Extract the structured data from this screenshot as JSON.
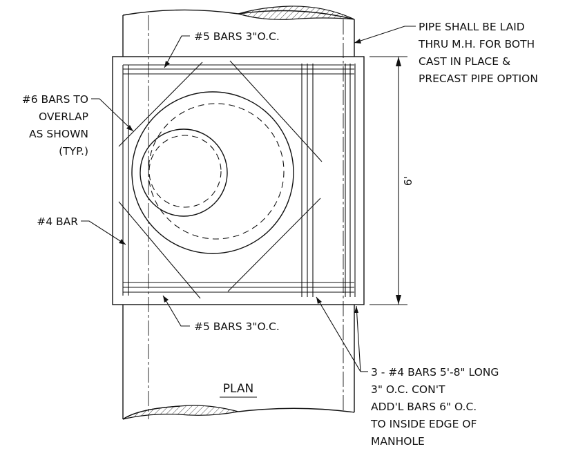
{
  "drawing": {
    "title": "PLAN",
    "dimension": "6'",
    "notes": {
      "top_bars": "#5 BARS 3\"O.C.",
      "bottom_bars": "#5 BARS 3\"O.C.",
      "pipe_note": [
        "PIPE SHALL BE LAID",
        "THRU M.H. FOR BOTH",
        "CAST IN PLACE &",
        "PRECAST PIPE OPTION"
      ],
      "overlap_note": [
        "#6 BARS TO",
        "OVERLAP",
        "AS SHOWN",
        "(TYP.)"
      ],
      "bar4": "#4 BAR",
      "long_bars_note": [
        "3 - #4 BARS 5'-8\" LONG",
        "3\" O.C. CON'T",
        "ADD'L BARS 6\" O.C.",
        "TO INSIDE EDGE OF",
        "MANHOLE"
      ]
    }
  }
}
